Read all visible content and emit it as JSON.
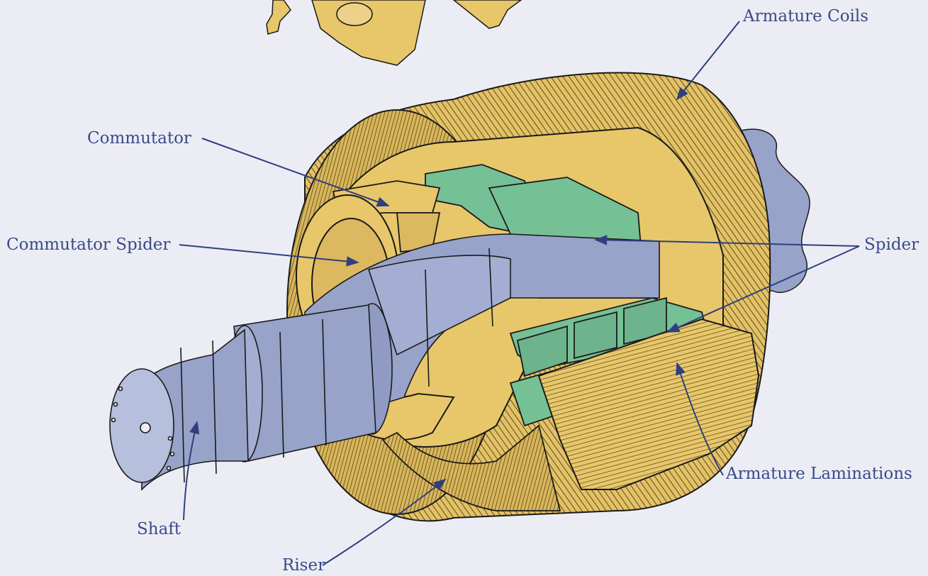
{
  "labels": {
    "armature_coils": "Armature Coils",
    "commutator": "Commutator",
    "commutator_spider": "Commutator Spider",
    "spider": "Spider",
    "shaft": "Shaft",
    "riser": "Riser",
    "armature_laminations": "Armature Laminations"
  },
  "colors": {
    "background": "#ecedf4",
    "label_text": "#3a4a8a",
    "leader_line": "#2f3f7f",
    "copper_yellow": "#e8c76a",
    "spider_green": "#76c096",
    "shaft_blue": "#97a3c9",
    "outline": "#1a1a1a"
  }
}
